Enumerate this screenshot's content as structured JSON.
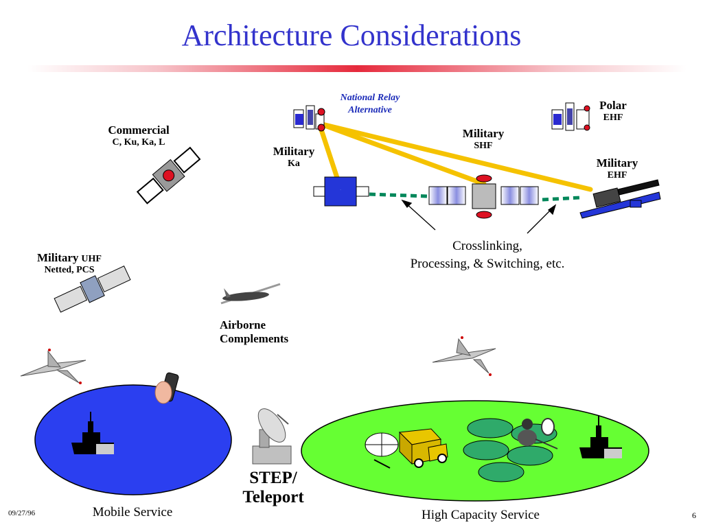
{
  "slide": {
    "title": "Architecture Considerations",
    "date": "09/27/96",
    "page_number": "6"
  },
  "labels": {
    "national_relay": [
      "National Relay",
      "Alternative"
    ],
    "polar": [
      "Polar",
      "EHF"
    ],
    "commercial": [
      "Commercial",
      "C, Ku, Ka, L"
    ],
    "military_shf": [
      "Military",
      "SHF"
    ],
    "military_ka": [
      "Military",
      "Ka"
    ],
    "military_ehf": [
      "Military",
      "EHF"
    ],
    "military_uhf": [
      "Military",
      "UHF",
      "Netted, PCS"
    ],
    "crosslinking": [
      "Crosslinking,",
      "Processing, & Switching, etc."
    ],
    "airborne": [
      "Airborne",
      "Complements"
    ],
    "step": [
      "STEP/",
      "Teleport"
    ],
    "mobile_service": "Mobile Service",
    "high_capacity_service": "High Capacity Service"
  },
  "colors": {
    "title": "#3333cc",
    "relay_text": "#1a2ab8",
    "relay_link": "#f5c200",
    "crosslink": "#00875a",
    "mobile_zone": "#2b3ff0",
    "high_capacity_zone": "#66ff33",
    "small_zones": "#2faa6a",
    "rule_accent": "#e62a3c"
  }
}
